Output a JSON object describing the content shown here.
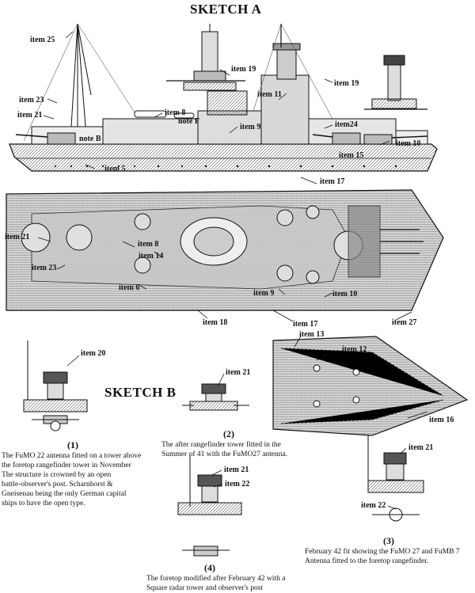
{
  "sketch_a": {
    "title": "SKETCH A"
  },
  "sketch_b": {
    "title": "SKETCH B"
  },
  "labels": {
    "item25": "item 25",
    "item19a": "item 19",
    "item19b": "item 19",
    "item23a": "item 23",
    "item11": "item 11",
    "item8a": "item 8",
    "item21a": "item 21",
    "noteF": "note F",
    "noteB": "note B",
    "item9a": "item 9",
    "item24": "item24",
    "item10a": "item 10",
    "item15": "item 15",
    "item5": "item 5",
    "item17a": "item 17",
    "item21b": "item 21",
    "item8b": "item 8",
    "item14": "item 14",
    "item23b": "item 23",
    "item6": "item 6",
    "item9b": "item 9",
    "item10b": "item 10",
    "item18": "item 18",
    "item17b": "item 17",
    "item27": "item 27",
    "item20": "item 20",
    "item13": "item 13",
    "item12": "item 12",
    "item21c": "item 21",
    "item16": "item 16",
    "item21d": "item 21",
    "item22a": "item 22",
    "item21e": "item 21",
    "item22b": "item 22"
  },
  "captions": {
    "c1": {
      "num": "(1)",
      "lines": [
        "The FuMO 22 antenna fitted on a tower above",
        "the foretop rangefinder tower in November",
        "The structure is crowned by an open",
        "battle-observer's post.  Scharnhorst &",
        "Gneisenau being the only German capital",
        "ships to have the open type."
      ]
    },
    "c2": {
      "num": "(2)",
      "lines": [
        "The after rangefinder tower fitted in the",
        "Summer of 41 with the FuMO27 antenna."
      ]
    },
    "c3": {
      "num": "(3)",
      "lines": [
        "February 42 fit showing the FuMO 27 and FuMB 7",
        "Antenna fitted to the foretop rangefinder."
      ]
    },
    "c4": {
      "num": "(4)",
      "lines": [
        "The foretop modified after February 42 with a",
        "Square radar tower and observer's post"
      ]
    }
  }
}
